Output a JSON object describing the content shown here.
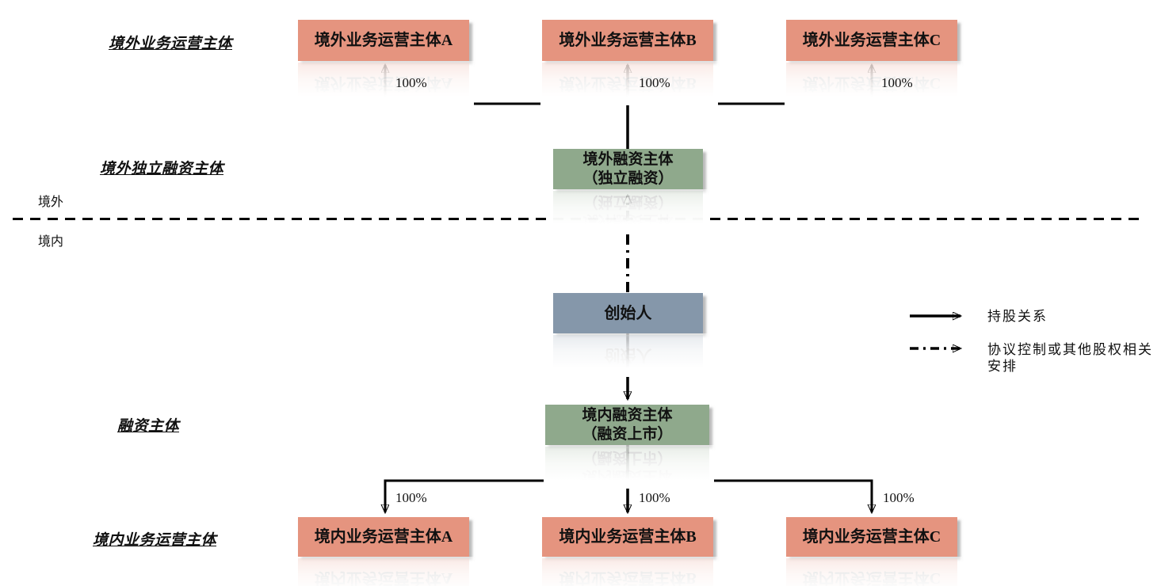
{
  "diagram": {
    "section_labels": {
      "offshore_ops": "境外业务运营主体",
      "offshore_financing": "境外独立融资主体",
      "financing": "融资主体",
      "onshore_ops": "境内业务运营主体"
    },
    "regions": {
      "offshore": "境外",
      "onshore": "境内"
    },
    "nodes": {
      "offshore_op_a": {
        "label": "境外业务运营主体A"
      },
      "offshore_op_b": {
        "label": "境外业务运营主体B"
      },
      "offshore_op_c": {
        "label": "境外业务运营主体C"
      },
      "offshore_financing": {
        "line1": "境外融资主体",
        "line2": "（独立融资）"
      },
      "founder": {
        "label": "创始人"
      },
      "onshore_financing": {
        "line1": "境内融资主体",
        "line2": "（融资上市）"
      },
      "onshore_op_a": {
        "label": "境内业务运营主体A"
      },
      "onshore_op_b": {
        "label": "境内业务运营主体B"
      },
      "onshore_op_c": {
        "label": "境内业务运营主体C"
      }
    },
    "ownership_pct": "100%",
    "legend": {
      "solid_label": "持股关系",
      "dashdot_label": "协议控制或其他股权相关安排"
    },
    "colors": {
      "operating_box": "#E5947F",
      "financing_box": "#8FA98C",
      "founder_box": "#8597AA",
      "line": "#000000"
    }
  }
}
